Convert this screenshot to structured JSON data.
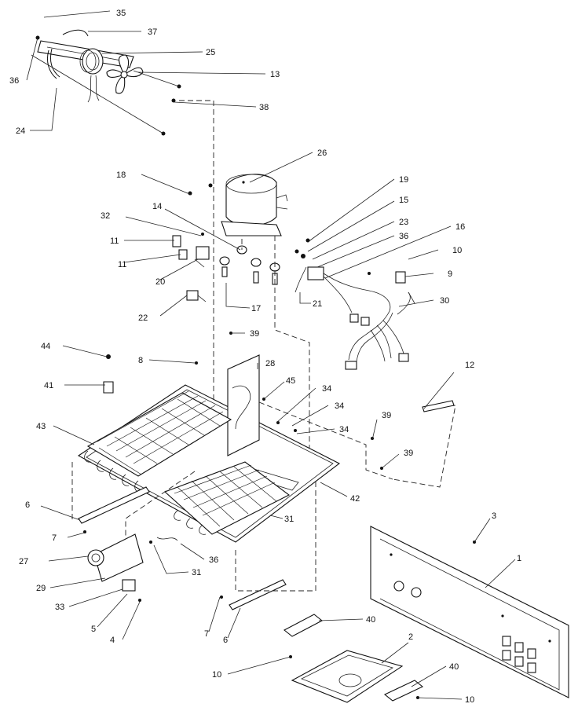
{
  "callouts": [
    "35",
    "37",
    "25",
    "13",
    "36",
    "38",
    "24",
    "26",
    "19",
    "15",
    "23",
    "36",
    "16",
    "10",
    "9",
    "30",
    "18",
    "32",
    "14",
    "11",
    "11",
    "20",
    "17",
    "22",
    "21",
    "39",
    "44",
    "8",
    "28",
    "45",
    "34",
    "34",
    "34",
    "41",
    "43",
    "39",
    "39",
    "12",
    "6",
    "42",
    "31",
    "7",
    "36",
    "27",
    "29",
    "33",
    "31",
    "5",
    "4",
    "7",
    "6",
    "3",
    "1",
    "40",
    "2",
    "10",
    "40",
    "10"
  ]
}
